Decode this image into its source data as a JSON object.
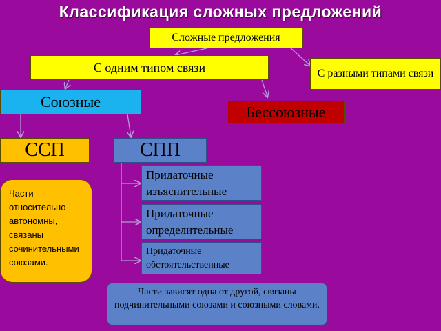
{
  "title": "Классификация сложных предложений",
  "root": "Сложные предложения",
  "one_type": "С одним типом связи",
  "mixed_type": "С разными типами связи",
  "union": "Союзные",
  "nonunion": "Бессоюзные",
  "ssp": "ССП",
  "spp": "СПП",
  "spp_types": [
    "Придаточные изъяснительные",
    "Придаточные определительные",
    "Придаточные обстоятельственные"
  ],
  "ssp_note": "Части относительно автономны, связаны сочинительными союзами.",
  "spp_note": "Части зависят одна от другой, связаны подчинительными союзами и союзными словами.",
  "colors": {
    "background": "#9a0a9c",
    "yellow": "#ffff00",
    "orange": "#ffc000",
    "cyan": "#1ab3f0",
    "red": "#c00000",
    "steel": "#5b82c8"
  }
}
